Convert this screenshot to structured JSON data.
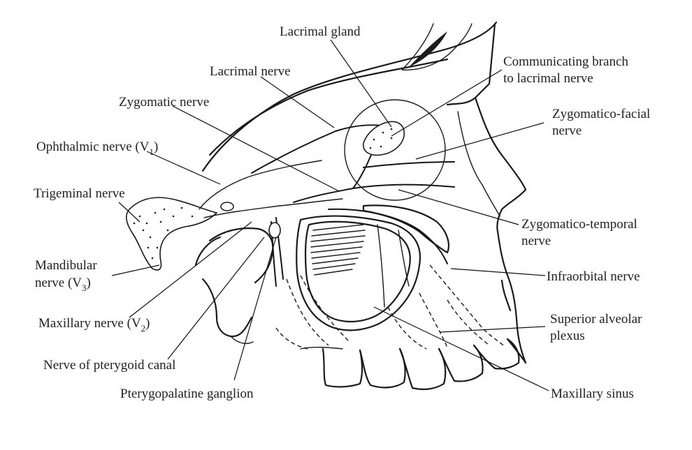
{
  "diagram": {
    "colors": {
      "ink": "#1a1a1a",
      "label": "#222222",
      "background": "#ffffff"
    },
    "labels": {
      "lacrimal_gland": "Lacrimal gland",
      "communicating_branch_line1": "Communicating branch",
      "communicating_branch_line2": "to lacrimal nerve",
      "lacrimal_nerve": "Lacrimal nerve",
      "zygomatic_nerve": "Zygomatic nerve",
      "zygomatico_facial_line1": "Zygomatico-facial",
      "zygomatico_facial_line2": "nerve",
      "ophthalmic_nerve_main": "Ophthalmic nerve (V",
      "ophthalmic_nerve_sub": "1",
      "ophthalmic_nerve_close": ")",
      "trigeminal_nerve": "Trigeminal nerve",
      "zygomatico_temporal_line1": "Zygomatico-temporal",
      "zygomatico_temporal_line2": "nerve",
      "mandibular_line1": "Mandibular",
      "mandibular_line2_main": "nerve (V",
      "mandibular_line2_sub": "3",
      "mandibular_line2_close": ")",
      "infraorbital_nerve": "Infraorbital nerve",
      "superior_alveolar_line1": "Superior alveolar",
      "superior_alveolar_line2": "plexus",
      "maxillary_nerve_main": "Maxillary nerve (V",
      "maxillary_nerve_sub": "2",
      "maxillary_nerve_close": ")",
      "pterygoid_canal": "Nerve of pterygoid canal",
      "pterygopalatine_ganglion": "Pterygopalatine ganglion",
      "maxillary_sinus": "Maxillary sinus"
    }
  }
}
